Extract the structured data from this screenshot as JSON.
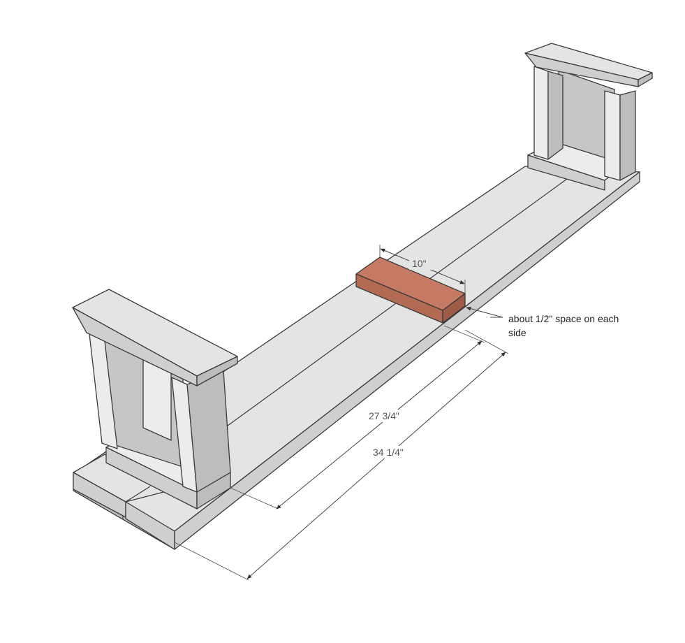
{
  "dimensions": {
    "spacer_length": "10\"",
    "inner_length": "27 3/4\"",
    "outer_length": "34 1/4\""
  },
  "annotation": {
    "line1": "about 1/2\" space on each",
    "line2": "side"
  },
  "colors": {
    "spacer_block": "#c67a63",
    "lumber": "#e4e4e4",
    "outline": "#3a3a3a"
  }
}
